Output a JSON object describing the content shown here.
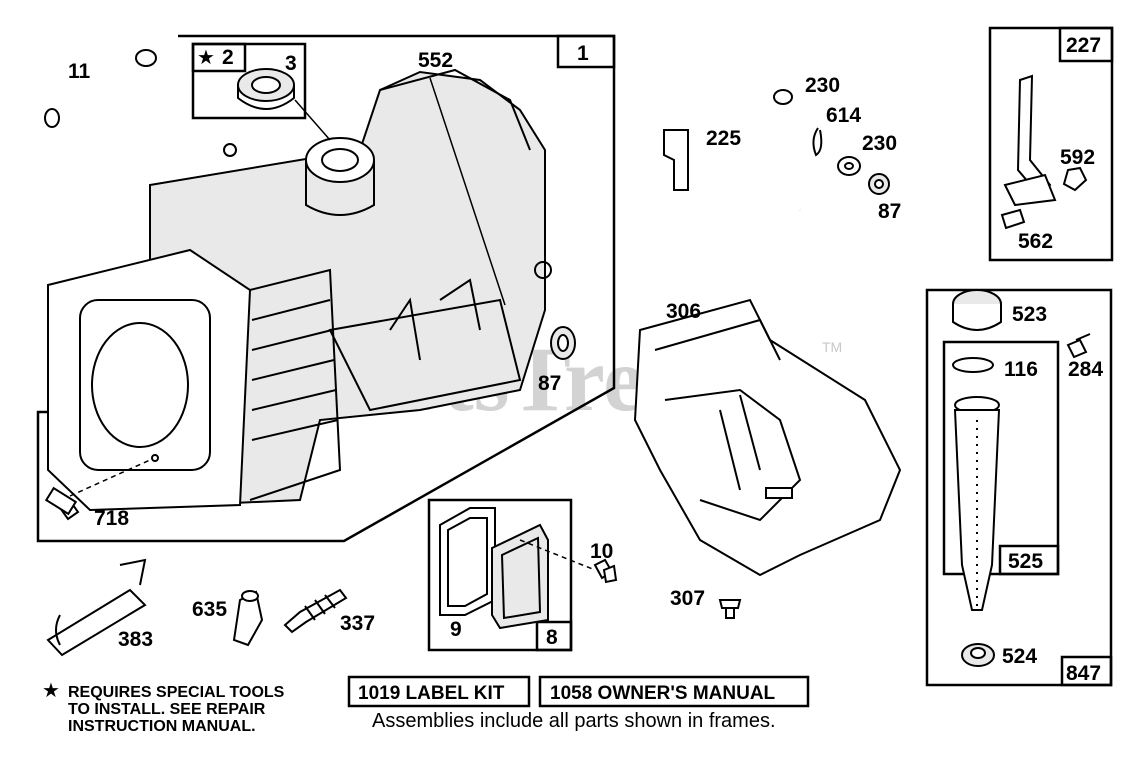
{
  "watermark": {
    "text": "PartsTree",
    "trademark": "TM"
  },
  "callouts": [
    {
      "id": "p11",
      "label": "11"
    },
    {
      "id": "p2",
      "label": "2"
    },
    {
      "id": "p3",
      "label": "3"
    },
    {
      "id": "p552",
      "label": "552"
    },
    {
      "id": "p1",
      "label": "1"
    },
    {
      "id": "p87a",
      "label": "87"
    },
    {
      "id": "p718",
      "label": "718"
    },
    {
      "id": "p225",
      "label": "225"
    },
    {
      "id": "p230a",
      "label": "230"
    },
    {
      "id": "p614",
      "label": "614"
    },
    {
      "id": "p230b",
      "label": "230"
    },
    {
      "id": "p87b",
      "label": "87"
    },
    {
      "id": "p227",
      "label": "227"
    },
    {
      "id": "p592",
      "label": "592"
    },
    {
      "id": "p562",
      "label": "562"
    },
    {
      "id": "p306",
      "label": "306"
    },
    {
      "id": "p523",
      "label": "523"
    },
    {
      "id": "p116",
      "label": "116"
    },
    {
      "id": "p284",
      "label": "284"
    },
    {
      "id": "p525",
      "label": "525"
    },
    {
      "id": "p524",
      "label": "524"
    },
    {
      "id": "p847",
      "label": "847"
    },
    {
      "id": "p10",
      "label": "10"
    },
    {
      "id": "p9",
      "label": "9"
    },
    {
      "id": "p8",
      "label": "8"
    },
    {
      "id": "p307",
      "label": "307"
    },
    {
      "id": "p383",
      "label": "383"
    },
    {
      "id": "p635",
      "label": "635"
    },
    {
      "id": "p337",
      "label": "337"
    }
  ],
  "star_symbol": "★",
  "special_tools_note": {
    "line1": "REQUIRES SPECIAL TOOLS",
    "line2": "TO INSTALL.  SEE REPAIR",
    "line3": "INSTRUCTION MANUAL."
  },
  "label_kit": "1019 LABEL KIT",
  "owners_manual": "1058 OWNER'S MANUAL",
  "footer": "Assemblies include all parts shown in frames."
}
